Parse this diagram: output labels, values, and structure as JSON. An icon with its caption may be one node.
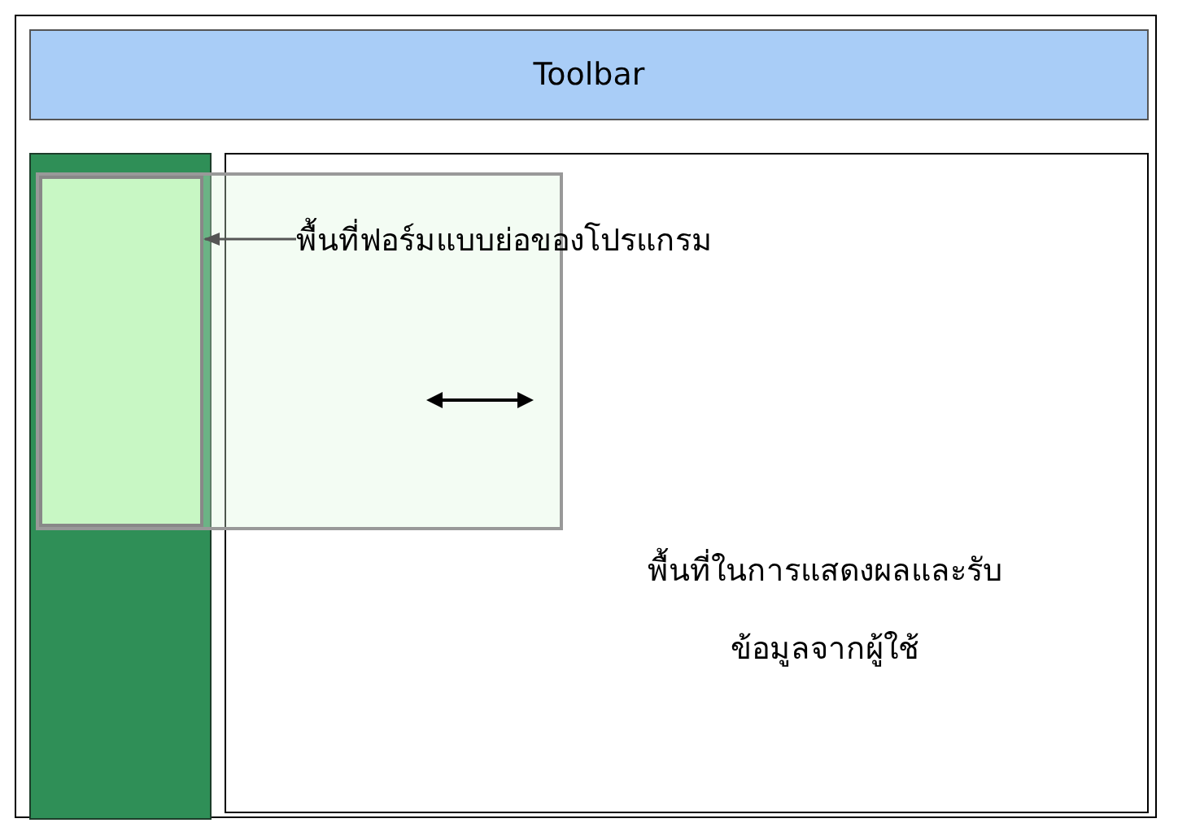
{
  "diagram": {
    "nodes": [
      {
        "text": [
          "Toolbar"
        ]
      },
      {
        "text": [],
        "shape": "bar"
      },
      {
        "text": [],
        "shape": "box",
        "in": 1
      },
      {
        "text": [
          "พื้นที่ในการแสดงผลและรับข้อมูลจากผู้ใช้"
        ]
      },
      {
        "text": [
          "พื้นที่ฟอร์มแบบย่อของโปรแกรม"
        ],
        "in": 3
      }
    ],
    "edges": [
      {
        "from": 4,
        "to": 2,
        "arrow": "to"
      }
    ]
  }
}
